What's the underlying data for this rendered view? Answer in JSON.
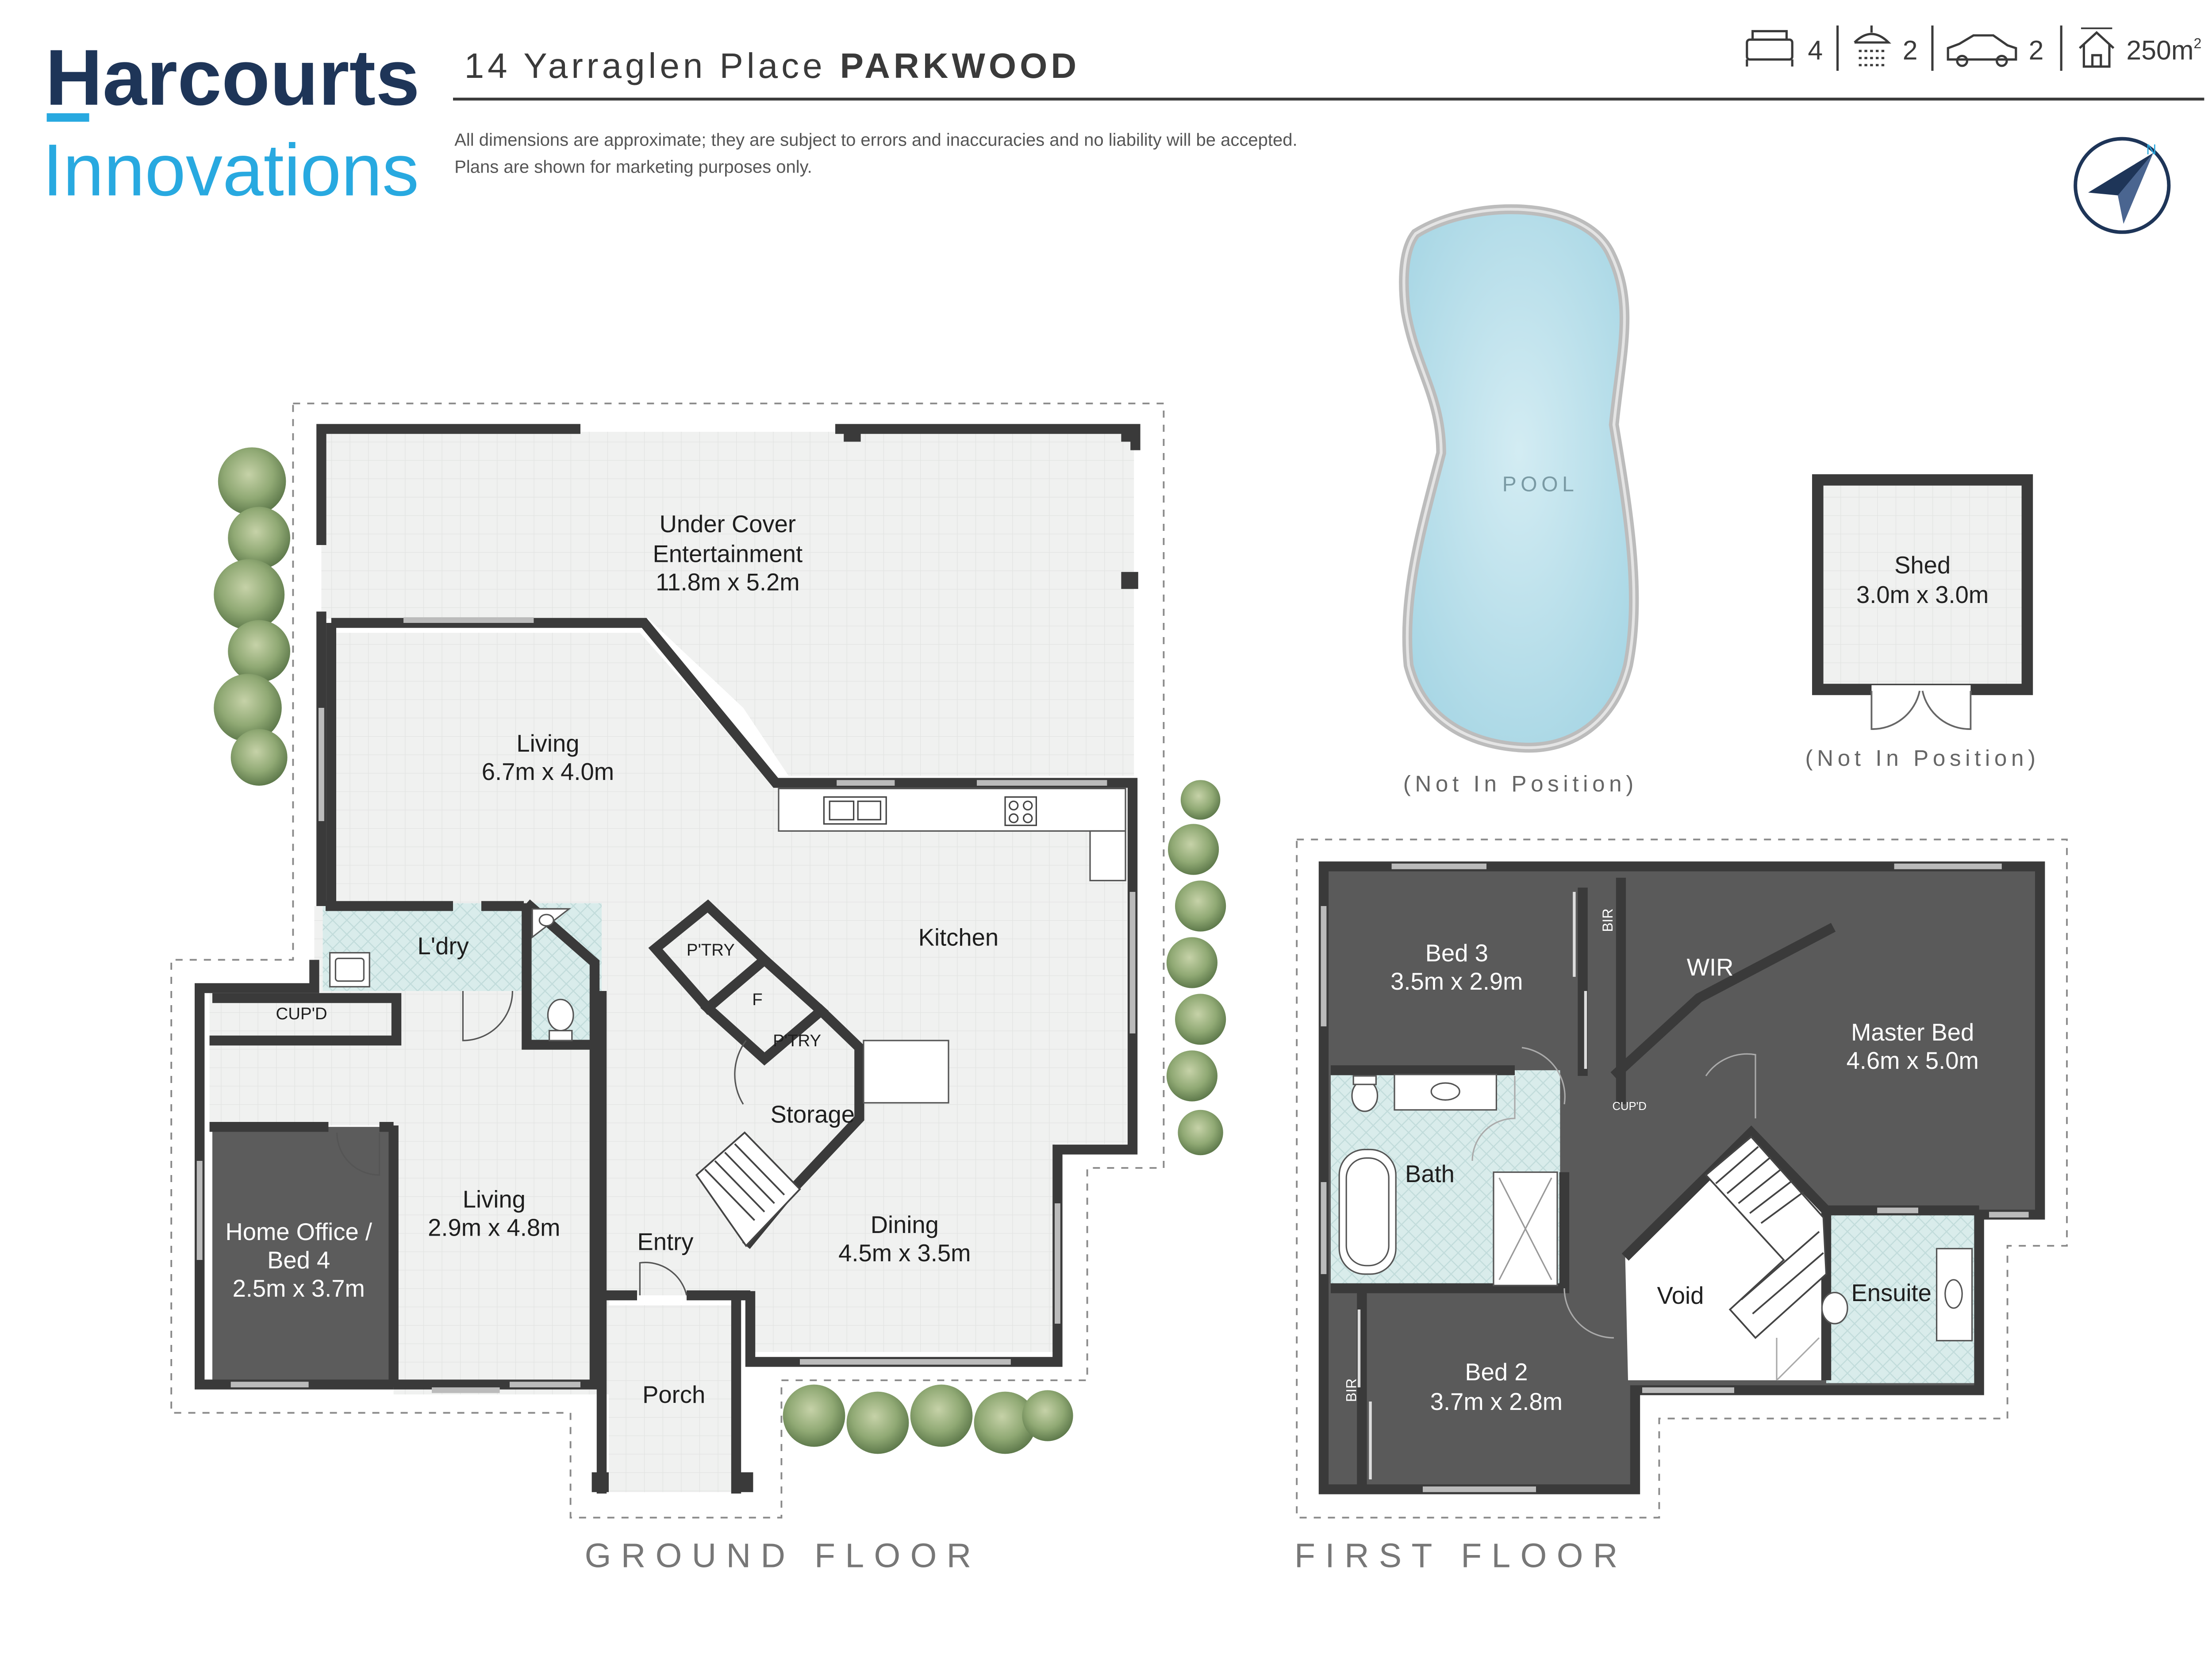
{
  "brand": {
    "name_top": "Harcourts",
    "name_bottom": "Innovations"
  },
  "header": {
    "address_street": "14 Yarraglen Place",
    "address_suburb": "PARKWOOD",
    "disclaimer_line1": "All dimensions are approximate; they are subject to errors and inaccuracies and no liability will be accepted.",
    "disclaimer_line2": "Plans are shown for marketing purposes only."
  },
  "features": {
    "bedrooms": "4",
    "bathrooms": "2",
    "car_spaces": "2",
    "area": "250m",
    "area_unit_sup": "2"
  },
  "compass": {
    "north_label": "N"
  },
  "colors": {
    "brand_navy": "#1e3558",
    "brand_blue": "#28a9e0",
    "wall": "#3a3a3a",
    "dark_room": "#5a5a5a",
    "tile": "#eef0ef",
    "wet_tile": "#d9ebea",
    "pool": "#bfe2ec"
  },
  "ground_floor": {
    "label": "GROUND FLOOR",
    "rooms": {
      "entertainment": {
        "name1": "Under Cover",
        "name2": "Entertainment",
        "dims": "11.8m x 5.2m"
      },
      "living_main": {
        "name": "Living",
        "dims": "6.7m x 4.0m"
      },
      "kitchen": {
        "name": "Kitchen"
      },
      "laundry": {
        "name": "L'dry"
      },
      "cupboard": {
        "name": "CUP'D"
      },
      "pantry1": {
        "name": "P'TRY"
      },
      "fridge": {
        "name": "F"
      },
      "pantry2": {
        "name": "P'TRY"
      },
      "storage": {
        "name": "Storage"
      },
      "living_small": {
        "name": "Living",
        "dims": "2.9m x 4.8m"
      },
      "office": {
        "name1": "Home Office /",
        "name2": "Bed 4",
        "dims": "2.5m x 3.7m"
      },
      "entry": {
        "name": "Entry"
      },
      "dining": {
        "name": "Dining",
        "dims": "4.5m x 3.5m"
      },
      "porch": {
        "name": "Porch"
      }
    }
  },
  "outbuildings": {
    "pool": {
      "name": "POOL",
      "note": "(Not In Position)"
    },
    "shed": {
      "name": "Shed",
      "dims": "3.0m x 3.0m",
      "note": "(Not In Position)"
    }
  },
  "first_floor": {
    "label": "FIRST FLOOR",
    "rooms": {
      "bed3": {
        "name": "Bed 3",
        "dims": "3.5m x 2.9m"
      },
      "bir1": {
        "name": "BIR"
      },
      "wir": {
        "name": "WIR"
      },
      "master": {
        "name": "Master Bed",
        "dims": "4.6m x 5.0m"
      },
      "cupd": {
        "name": "CUP'D"
      },
      "bath": {
        "name": "Bath"
      },
      "void": {
        "name": "Void"
      },
      "ensuite": {
        "name": "Ensuite"
      },
      "bed2": {
        "name": "Bed 2",
        "dims": "3.7m x 2.8m"
      },
      "bir2": {
        "name": "BIR"
      }
    }
  }
}
